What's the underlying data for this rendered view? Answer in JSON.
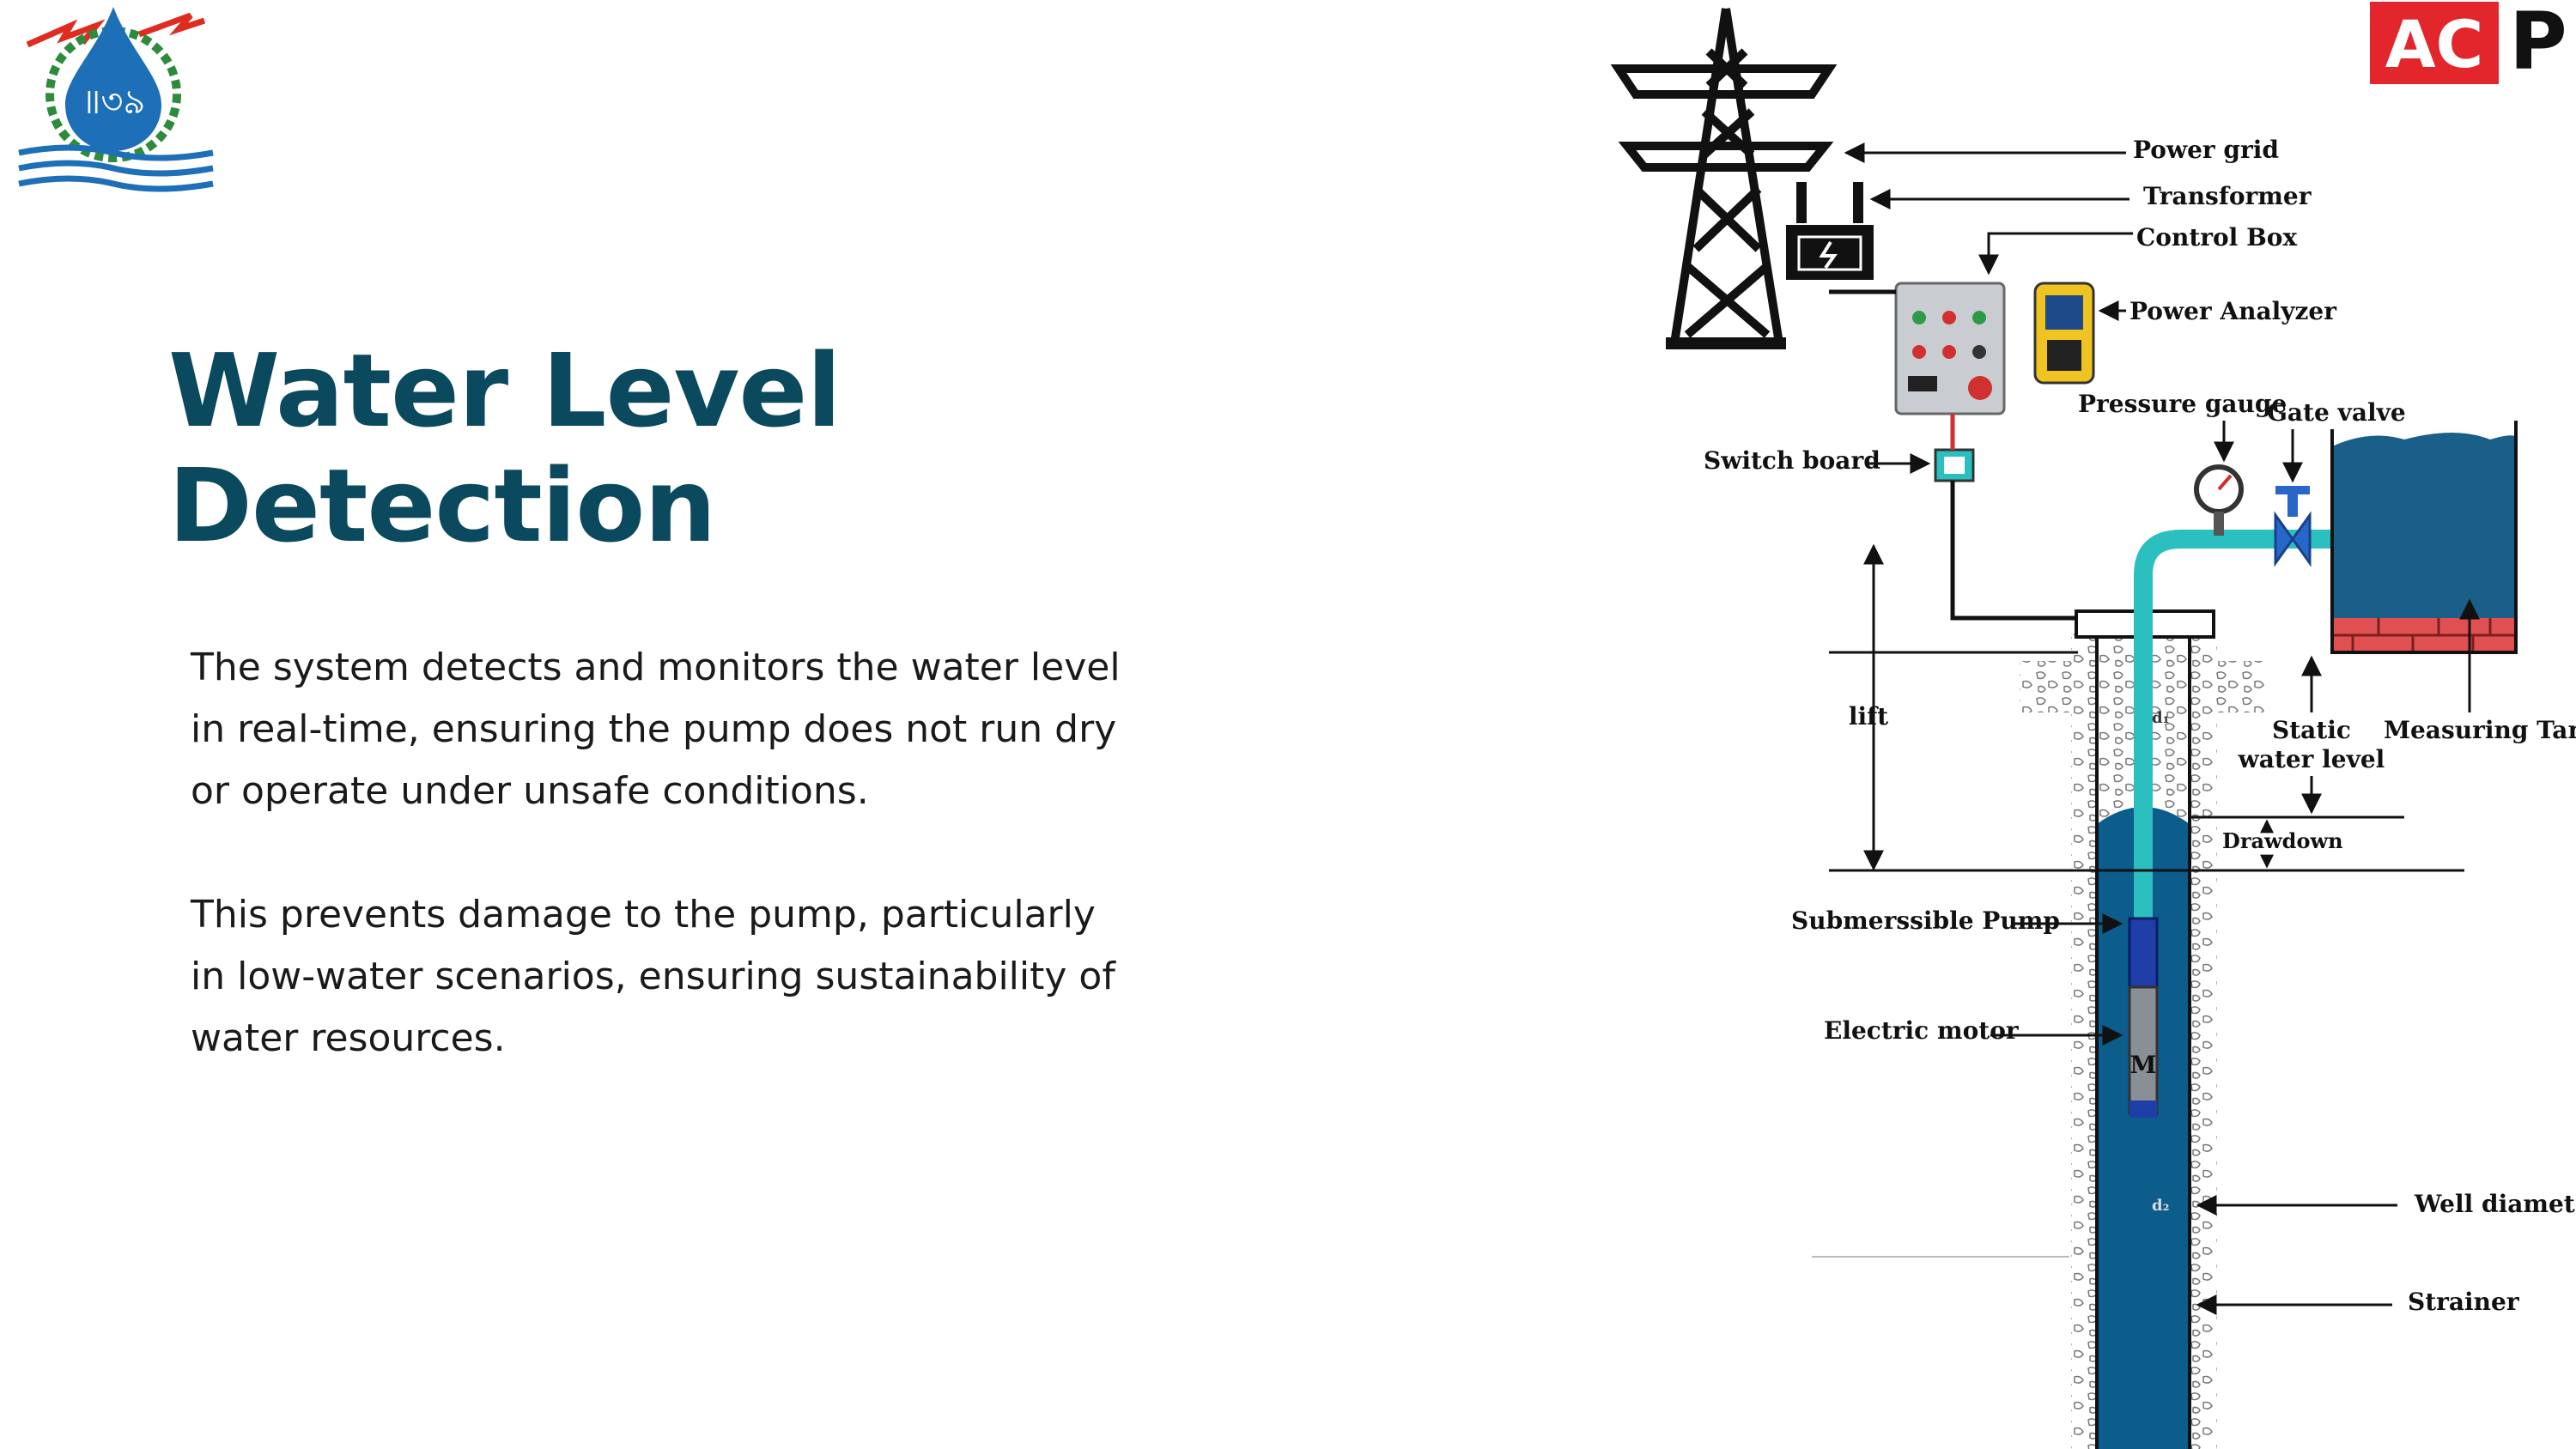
{
  "slide": {
    "title_line1": "Water Level",
    "title_line2": "Detection",
    "paragraph1": "The system detects and monitors the water level in real-time, ensuring the pump does not run dry or operate under unsafe conditions.",
    "paragraph2": "This prevents damage to the pump, particularly in low-water scenarios, ensuring sustainability of water resources.",
    "accent_color": "#0b4a5e"
  },
  "logos": {
    "left": {
      "glyph": "॥৩৯",
      "icon": "water-drop-emblem",
      "colors": [
        "#1d6fb8",
        "#2e8b3c",
        "#e02b20"
      ]
    },
    "right": {
      "text_a": "AC",
      "text_p": "P",
      "color": "#e3262b"
    }
  },
  "diagram": {
    "labels": {
      "power_grid": "Power grid",
      "transformer": "Transformer",
      "control_box": "Control Box",
      "power_analyzer": "Power Analyzer",
      "pressure_gauge": "Pressure gauge",
      "gate_valve": "Gate valve",
      "switch_board": "Switch board",
      "lift": "lift",
      "static_water_level_1": "Static",
      "static_water_level_2": "water level",
      "measuring_tank": "Measuring Tank",
      "drawdown": "Drawdown",
      "submersible_pump": "Submerssible Pump",
      "electric_motor": "Electric motor",
      "well_diameter": "Well diameter",
      "strainer": "Strainer",
      "d1": "d₁",
      "d2": "d₂",
      "motor_m": "M"
    },
    "colors": {
      "water": "#0c5c8c",
      "pipe": "#2bbfc0",
      "tank_base": "#e05050",
      "tower": "#111111"
    }
  }
}
